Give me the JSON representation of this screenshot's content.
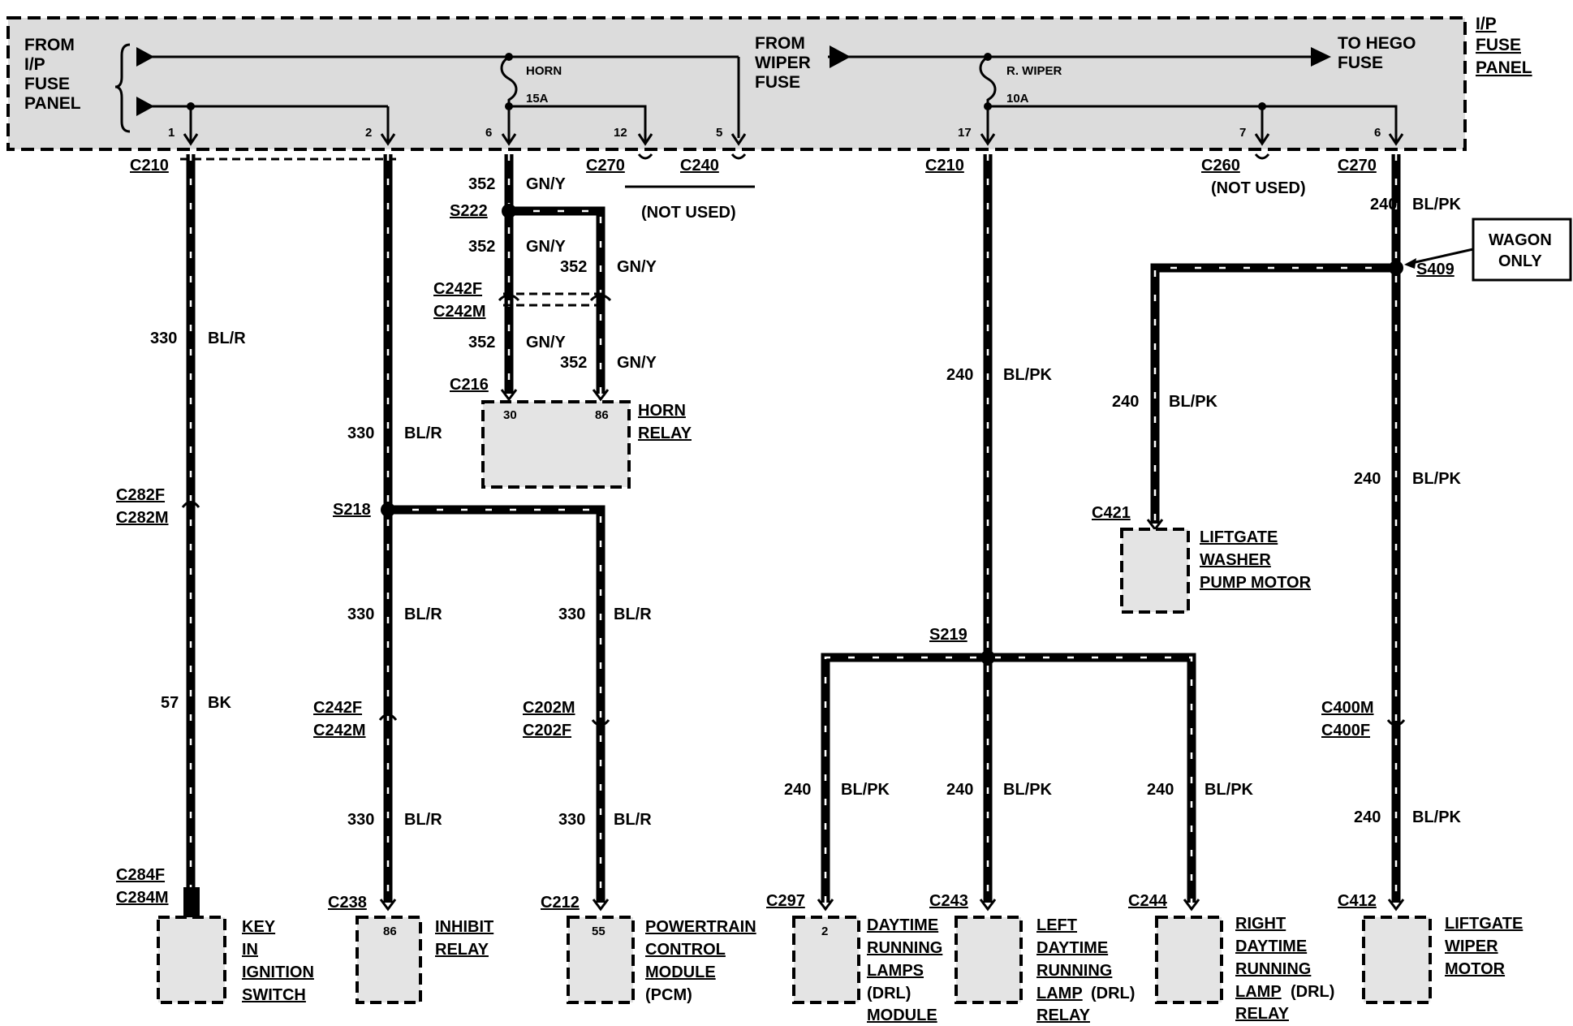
{
  "fuse_panel": {
    "title_line1": "I/P",
    "title_line2": "FUSE",
    "title_line3": "PANEL",
    "from_ip_1": "FROM",
    "from_ip_2": "I/P",
    "from_ip_3": "FUSE",
    "from_ip_4": "PANEL",
    "from_wiper_1": "FROM",
    "from_wiper_2": "WIPER",
    "from_wiper_3": "FUSE",
    "to_hego_1": "TO HEGO",
    "to_hego_2": "FUSE",
    "horn_fuse": "HORN",
    "horn_amp": "15A",
    "wiper_fuse": "R. WIPER",
    "wiper_amp": "10A",
    "pins": [
      "1",
      "2",
      "6",
      "12",
      "5",
      "17",
      "7",
      "6"
    ]
  },
  "connectors": {
    "c210a": "C210",
    "c270a": "C270",
    "c240": "C240",
    "c210b": "C210",
    "c260": "C260",
    "c270b": "C270",
    "not_used_1": "(NOT USED)",
    "not_used_2": "(NOT USED)",
    "s222": "S222",
    "c242f_a": "C242F",
    "c242m_a": "C242M",
    "c216": "C216",
    "c282f": "C282F",
    "c282m": "C282M",
    "s218": "S218",
    "c242f_b": "C242F",
    "c242m_b": "C242M",
    "c202m": "C202M",
    "c202f": "C202F",
    "c284f": "C284F",
    "c284m": "C284M",
    "c238": "C238",
    "c212": "C212",
    "s409": "S409",
    "c421": "C421",
    "s219": "S219",
    "c400m": "C400M",
    "c400f": "C400F",
    "c297": "C297",
    "c243": "C243",
    "c244": "C244",
    "c412": "C412"
  },
  "wires": {
    "w352_a_num": "352",
    "w352_a_col": "GN/Y",
    "w352_b_num": "352",
    "w352_b_col": "GN/Y",
    "w352_c_num": "352",
    "w352_c_col": "GN/Y",
    "w352_d_num": "352",
    "w352_d_col": "GN/Y",
    "w352_e_num": "352",
    "w352_e_col": "GN/Y",
    "w330_a_num": "330",
    "w330_a_col": "BL/R",
    "w57_num": "57",
    "w57_col": "BK",
    "w330_b_num": "330",
    "w330_b_col": "BL/R",
    "w330_c_num": "330",
    "w330_c_col": "BL/R",
    "w330_d_num": "330",
    "w330_d_col": "BL/R",
    "w330_e_num": "330",
    "w330_e_col": "BL/R",
    "w330_f_num": "330",
    "w330_f_col": "BL/R",
    "w240_a_num": "240",
    "w240_a_col": "BL/PK",
    "w240_b_num": "240",
    "w240_b_col": "BL/PK",
    "w240_c_num": "240",
    "w240_c_col": "BL/PK",
    "w240_d_num": "240",
    "w240_d_col": "BL/PK",
    "w240_e_num": "240",
    "w240_e_col": "BL/PK",
    "w240_f_num": "240",
    "w240_f_col": "BL/PK",
    "w240_g_num": "240",
    "w240_g_col": "BL/PK",
    "w240_h_num": "240",
    "w240_h_col": "BL/PK"
  },
  "wagon_only_1": "WAGON",
  "wagon_only_2": "ONLY",
  "components": {
    "horn_relay": {
      "line1": "HORN",
      "line2": "RELAY",
      "pin_a": "30",
      "pin_b": "86"
    },
    "key_switch": {
      "line1": "KEY",
      "line2": "IN",
      "line3": "IGNITION",
      "line4": "SWITCH"
    },
    "inhibit_relay": {
      "line1": "INHIBIT",
      "line2": "RELAY",
      "pin": "86"
    },
    "pcm": {
      "line1": "POWERTRAIN",
      "line2": "CONTROL",
      "line3": "MODULE",
      "line4": "(PCM)",
      "pin": "55"
    },
    "drl_module": {
      "line1": "DAYTIME",
      "line2": "RUNNING",
      "line3": "LAMPS",
      "line4": "(DRL)",
      "line5": "MODULE",
      "pin": "2"
    },
    "left_drl": {
      "line1": "LEFT",
      "line2": "DAYTIME",
      "line3": "RUNNING",
      "line4a": "LAMP",
      "line4b": "(DRL)",
      "line5": "RELAY"
    },
    "right_drl": {
      "line1": "RIGHT",
      "line2": "DAYTIME",
      "line3": "RUNNING",
      "line4a": "LAMP",
      "line4b": "(DRL)",
      "line5": "RELAY"
    },
    "liftgate_washer": {
      "line1": "LIFTGATE",
      "line2": "WASHER",
      "line3": "PUMP MOTOR"
    },
    "liftgate_wiper": {
      "line1": "LIFTGATE",
      "line2": "WIPER",
      "line3": "MOTOR"
    }
  }
}
